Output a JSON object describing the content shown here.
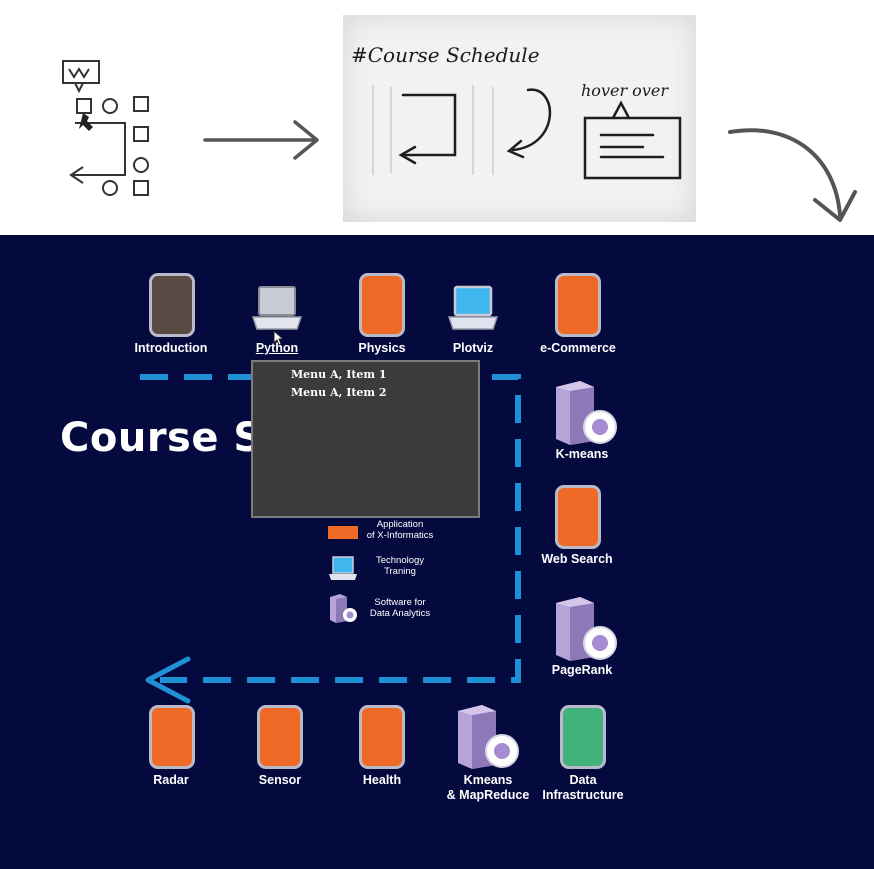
{
  "photo": {
    "heading": "#Course Schedule",
    "hover_note": "hover over"
  },
  "slide": {
    "title": "Course S",
    "top_row": [
      {
        "label": "Introduction",
        "color": "#5a4a44"
      },
      {
        "label": "Python",
        "icon": "laptop-icon"
      },
      {
        "label": "Physics",
        "color": "#ef6a27"
      },
      {
        "label": "Plotviz",
        "icon": "laptop-icon"
      },
      {
        "label": "e-Commerce",
        "color": "#ef6a27"
      }
    ],
    "right_column": [
      {
        "label": "K-means",
        "icon": "software-box-icon"
      },
      {
        "label": "Web Search",
        "color": "#ef6a27"
      },
      {
        "label": "PageRank",
        "icon": "software-box-icon"
      }
    ],
    "bottom_row": [
      {
        "label": "Radar",
        "color": "#ef6a27"
      },
      {
        "label": "Sensor",
        "color": "#ef6a27"
      },
      {
        "label": "Health",
        "color": "#ef6a27"
      },
      {
        "label": "Kmeans\n& MapReduce",
        "icon": "software-box-icon"
      },
      {
        "label": "Data\nInfrastructure",
        "color": "#40b27a"
      }
    ],
    "legend": [
      {
        "label": "Application\nof X-Informatics",
        "icon": "orange-tile-icon"
      },
      {
        "label": "Technology\nTraning",
        "icon": "laptop-icon"
      },
      {
        "label": "Software for\nData Analytics",
        "icon": "software-box-icon"
      }
    ],
    "popup_menu": {
      "items": [
        "Menu A, Item 1",
        "Menu A, Item 2"
      ]
    },
    "colors": {
      "background": "#050a3e",
      "path": "#1f8fd6",
      "orange": "#ef6a27",
      "green": "#40b27a",
      "brown": "#5a4a44",
      "purple": "#9a86c4"
    }
  }
}
